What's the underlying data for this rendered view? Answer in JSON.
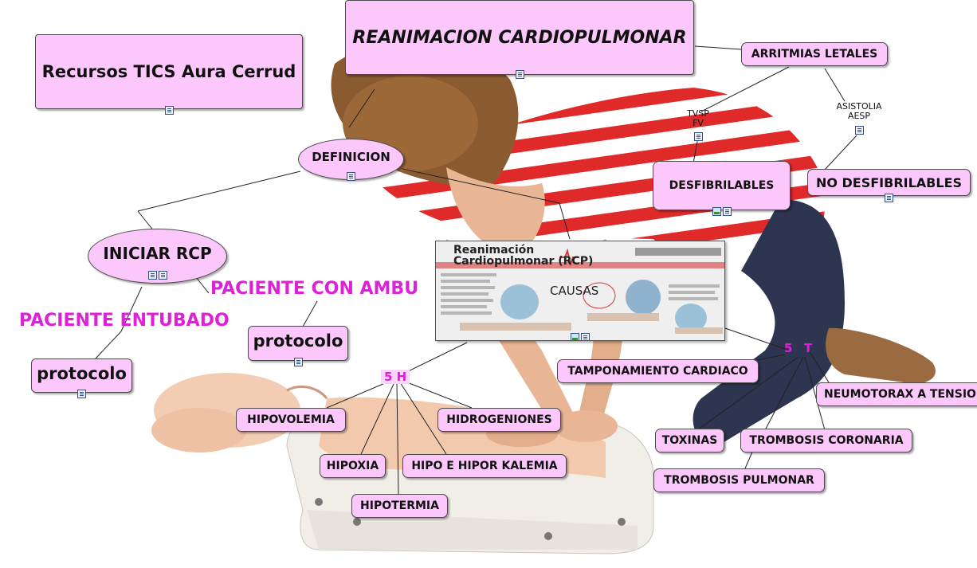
{
  "title": "REANIMACION CARDIOPULMONAR",
  "author_box": "Recursos TICS Aura Cerrud",
  "nodes": {
    "arritmias": "ARRITMIAS LETALES",
    "tvsp_fv": "TVSP\nFV",
    "asistolia_aesp": "ASISTOLIA\nAESP",
    "desfibrilables": "DESFIBRILABLES",
    "no_desfibrilables": "NO DESFIBRILABLES",
    "definicion": "DEFINICION",
    "iniciar_rcp": "INICIAR RCP",
    "paciente_ambu": "PACIENTE CON AMBU",
    "paciente_entubado": "PACIENTE ENTUBADO",
    "protocolo_ambu": "protocolo",
    "protocolo_entubado": "protocolo",
    "causas": "CAUSAS",
    "five_h": "5 H",
    "five_t_num": "5",
    "five_t_letter": "T"
  },
  "h_causes": {
    "hipovolemia": "HIPOVOLEMIA",
    "hidrogeniones": "HIDROGENIONES",
    "hipoxia": "HIPOXIA",
    "kalemia": "HIPO E HIPOR KALEMIA",
    "hipotermia": "HIPOTERMIA"
  },
  "t_causes": {
    "tamponamiento": "TAMPONAMIENTO CARDIACO",
    "neumotorax": "NEUMOTORAX A TENSION",
    "toxinas": "TOXINAS",
    "trombosis_coronaria": "TROMBOSIS CORONARIA",
    "trombosis_pulmonar": "TROMBOSIS PULMONAR"
  },
  "poster": {
    "heading_line1": "Reanimación",
    "heading_line2": "Cardiopulmonar (RCP)"
  },
  "colors": {
    "node_fill": "#fcc8fc",
    "magenta_text": "#e01fd8",
    "shirt_red": "#e02a2a",
    "jeans": "#2e3550",
    "hair": "#8a5a30"
  }
}
